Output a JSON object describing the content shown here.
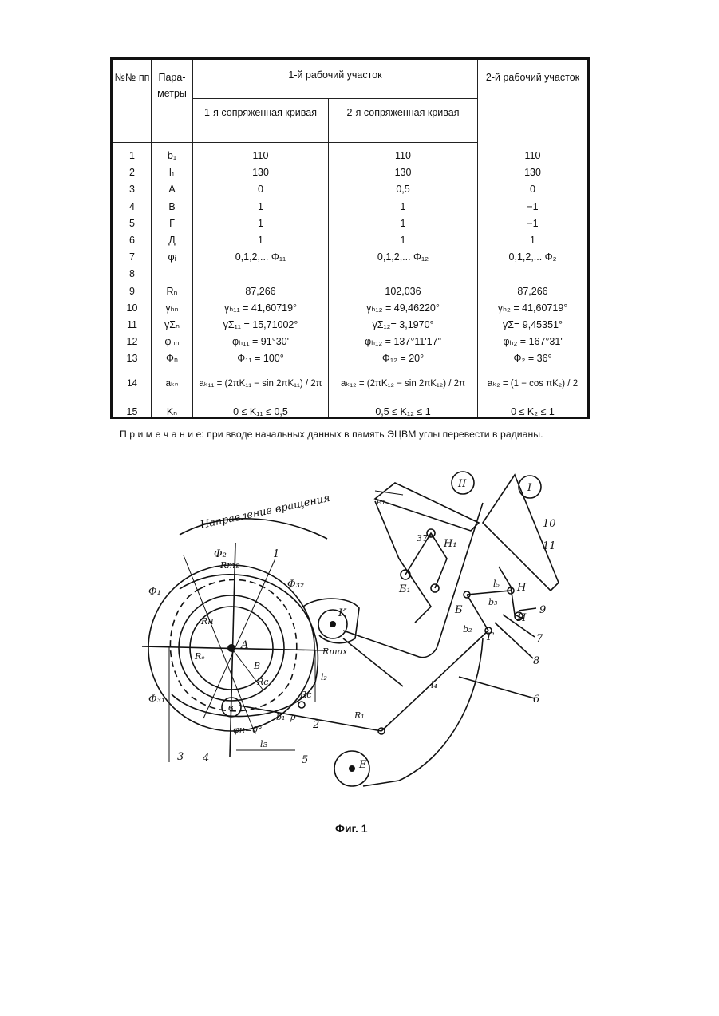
{
  "table": {
    "headers": {
      "num": "№№ пп",
      "param": "Пара-метры",
      "section1": "1-й рабочий участок",
      "section2": "2-й рабочий участок",
      "curve1": "1-я сопряженная кривая",
      "curve2": "2-я сопряженная кривая"
    },
    "rows": [
      {
        "n": "1",
        "p": "b₁",
        "c1": "110",
        "c2": "110",
        "c3": "110"
      },
      {
        "n": "2",
        "p": "l₁",
        "c1": "130",
        "c2": "130",
        "c3": "130"
      },
      {
        "n": "3",
        "p": "А",
        "c1": "0",
        "c2": "0,5",
        "c3": "0"
      },
      {
        "n": "4",
        "p": "В",
        "c1": "1",
        "c2": "1",
        "c3": "−1"
      },
      {
        "n": "5",
        "p": "Г",
        "c1": "1",
        "c2": "1",
        "c3": "−1"
      },
      {
        "n": "6",
        "p": "Д",
        "c1": "1",
        "c2": "1",
        "c3": "1"
      },
      {
        "n": "7",
        "p": "φᵢ",
        "c1": "0,1,2,... Φ₁₁",
        "c2": "0,1,2,... Φ₁₂",
        "c3": "0,1,2,... Φ₂"
      },
      {
        "n": "8",
        "p": "",
        "c1": "",
        "c2": "",
        "c3": ""
      },
      {
        "n": "9",
        "p": "Rₙ",
        "c1": "87,266",
        "c2": "102,036",
        "c3": "87,266"
      },
      {
        "n": "10",
        "p": "γₕₙ",
        "c1": "γₕ₁₁ = 41,60719°",
        "c2": "γₕ₁₂ = 49,46220°",
        "c3": "γₕ₂ = 41,60719°"
      },
      {
        "n": "11",
        "p": "γΣₙ",
        "c1": "γΣ₁₁ = 15,71002°",
        "c2": "γΣ₁₂= 3,1970°",
        "c3": "γΣ= 9,45351°"
      },
      {
        "n": "12",
        "p": "φₕₙ",
        "c1": "φₕ₁₁ = 91°30'",
        "c2": "φₕ₁₂ = 137°11'17\"",
        "c3": "φₕ₂ = 167°31'"
      },
      {
        "n": "13",
        "p": "Φₙ",
        "c1": "Φ₁₁ = 100°",
        "c2": "Φ₁₂ = 20°",
        "c3": "Φ₂ = 36°"
      },
      {
        "n": "14",
        "p": "aₖₙ",
        "c1": "aₖ₁₁ = (2πK₁₁ − sin 2πK₁₁) / 2π",
        "c2": "aₖ₁₂ = (2πK₁₂ − sin 2πK₁₂) / 2π",
        "c3": "aₖ₂ = (1 − cos πK₂) / 2"
      },
      {
        "n": "15",
        "p": "Kₙ",
        "c1": "0 ≤ K₁₁ ≤ 0,5",
        "c2": "0,5 ≤ K₁₂ ≤ 1",
        "c3": "0 ≤ K₂ ≤ 1"
      }
    ]
  },
  "note": "П р и м е ч а н и е: при вводе начальных данных в память ЭЦВМ углы перевести в радианы.",
  "figure": {
    "caption": "Фиг. 1",
    "direction_label": "Направление вращения",
    "labels": {
      "A": "A",
      "K": "K",
      "E": "E",
      "B": "B",
      "G": "Г",
      "H": "H",
      "I": "И",
      "Bb": "Б",
      "B1": "Б₁",
      "H1": "Н₁",
      "Phi2": "Φ₂",
      "Phi1": "Φ₁",
      "Phi32": "Φ₃₂",
      "Phi31": "Φ₃₁",
      "Rtg": "Rтг",
      "Rmax": "Rmax",
      "Ro": "Rₒ",
      "Rn": "Rн",
      "Rc": "Rᴄ",
      "Rc2": "Rᴄ",
      "b1": "b₁",
      "b2": "b₂",
      "b3": "b₃",
      "p": "ρ",
      "lz": "l₂",
      "l3": "lз",
      "l4": "l₄",
      "l5": "l₅",
      "e1": "e₁",
      "phin": "φн=0°",
      "deg37": "37°",
      "Rk": "R₁",
      "n1": "1",
      "n2": "2",
      "n3": "3",
      "n4": "4",
      "n5": "5",
      "n6": "6",
      "n7": "7",
      "n8": "8",
      "n9": "9",
      "n10": "10",
      "n11": "11",
      "nI": "I",
      "nII": "II",
      "v": "в"
    }
  }
}
